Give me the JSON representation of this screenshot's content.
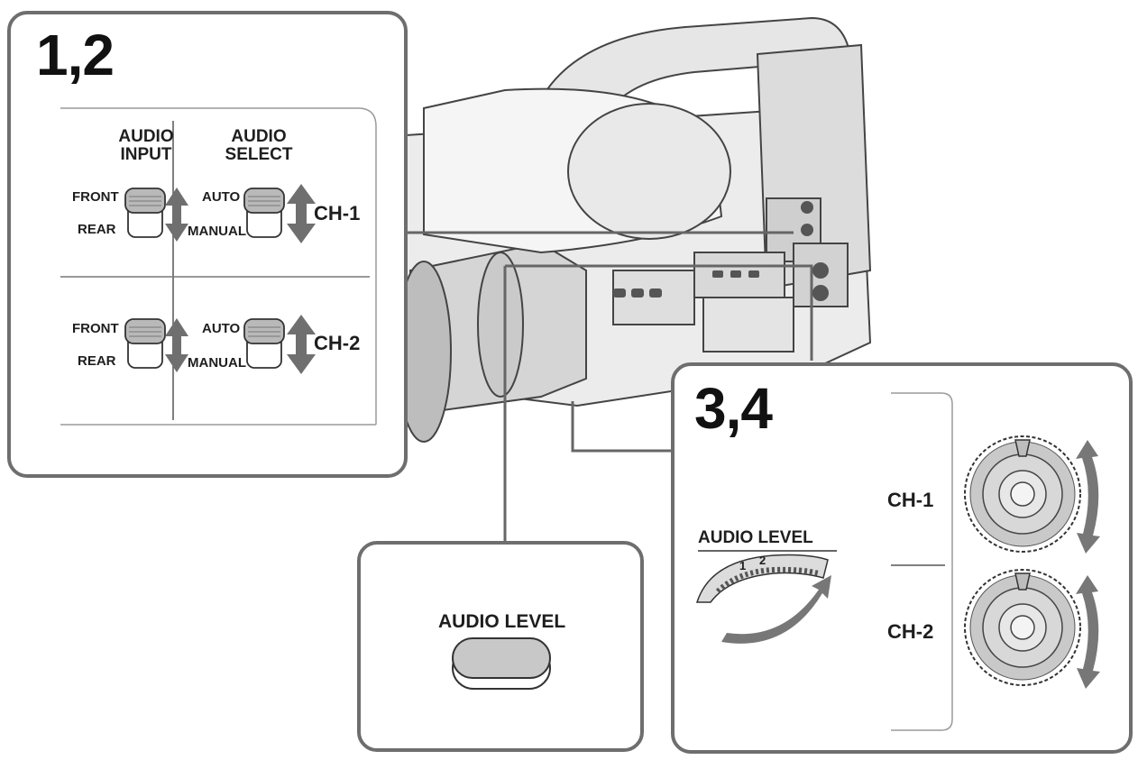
{
  "panel_a": {
    "step": "1,2",
    "audio_input": "AUDIO\nINPUT",
    "audio_select": "AUDIO\nSELECT",
    "front": "FRONT",
    "rear": "REAR",
    "auto": "AUTO",
    "manual": "MANUAL",
    "ch1": "CH-1",
    "ch2": "CH-2"
  },
  "panel_b": {
    "button_label": "AUDIO LEVEL"
  },
  "panel_c": {
    "step": "3,4",
    "dial_label": "AUDIO LEVEL",
    "dial_numbers": [
      "1",
      "2"
    ],
    "ch1": "CH-1",
    "ch2": "CH-2"
  },
  "colors": {
    "frame": "#6e6e6e",
    "ink": "#1e1e1e",
    "arrow": "#707070",
    "button_fill": "#c8c8c8"
  }
}
